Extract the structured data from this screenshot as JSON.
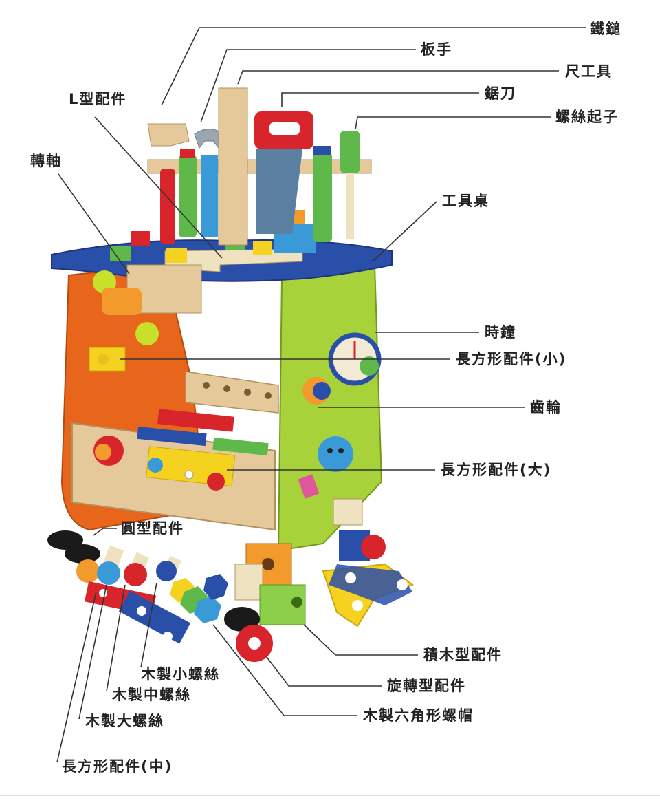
{
  "labels": {
    "tiechui": "鐵鎚",
    "banshou": "板手",
    "chigongju": "尺工具",
    "judao": "鋸刀",
    "luosiqizi": "螺絲起子",
    "l_peijian": "L型配件",
    "zhuanzhou": "轉軸",
    "gongjuzhuo": "工具桌",
    "shizhong": "時鐘",
    "changfang_xiao": "長方形配件(小)",
    "chilun": "齒輪",
    "changfang_da": "長方形配件(大)",
    "yuanxing": "圓型配件",
    "jimu": "積木型配件",
    "xuanzhuan": "旋轉型配件",
    "liujiao": "木製六角形螺帽",
    "xiao_luosi": "木製小螺絲",
    "zhong_luosi": "木製中螺絲",
    "da_luosi": "木製大螺絲",
    "changfang_zhong": "長方形配件(中)"
  },
  "colors": {
    "orange": "#e8661c",
    "lime": "#a8d23a",
    "blue": "#2a4fa8",
    "red": "#d8252b",
    "wood": "#e6c99a",
    "yellow": "#f5d21f",
    "green": "#5fb84a",
    "sky": "#3a9ad8",
    "leader": "#333333"
  }
}
